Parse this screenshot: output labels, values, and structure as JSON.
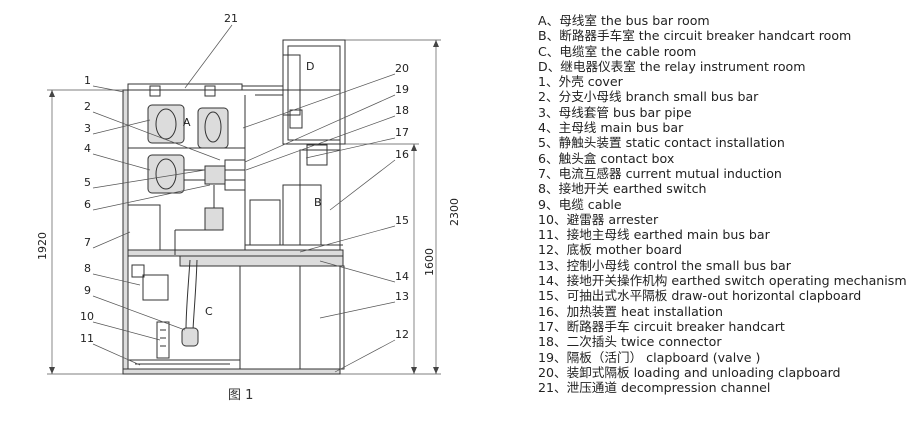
{
  "figure": {
    "caption": "图 1",
    "callouts": [
      "21",
      "20",
      "19",
      "18",
      "17",
      "16",
      "15",
      "14",
      "13",
      "12",
      "1",
      "2",
      "3",
      "4",
      "5",
      "6",
      "7",
      "8",
      "9",
      "10",
      "11"
    ],
    "room_labels": {
      "a": "A",
      "b": "B",
      "c": "C",
      "d": "D"
    },
    "dimensions": {
      "total_height": "2300",
      "cabinet_height": "1920",
      "lower_height": "1600"
    }
  },
  "legend": [
    "A、母线室 the bus bar room",
    "B、断路器手车室 the circuit breaker handcart room",
    "C、电缆室 the cable room",
    "D、继电器仪表室 the relay instrument room",
    "1、外壳 cover",
    "2、分支小母线 branch small bus bar",
    "3、母线套管 bus bar pipe",
    "4、主母线 main bus bar",
    "5、静触头装置 static contact installation",
    "6、触头盒 contact box",
    "7、电流互感器 current mutual induction",
    "8、接地开关 earthed switch",
    "9、电缆 cable",
    "10、避雷器 arrester",
    "11、接地主母线 earthed main bus bar",
    "12、底板 mother board",
    "13、控制小母线 control the small bus bar",
    "14、接地开关操作机构 earthed switch operating mechanism",
    "15、可抽出式水平隔板 draw-out horizontal clapboard",
    "16、加热装置 heat installation",
    "17、断路器手车 circuit breaker handcart",
    "18、二次插头 twice connector",
    "19、隔板（活门） clapboard (valve )",
    "20、装卸式隔板 loading and unloading clapboard",
    "21、泄压通道 decompression channel"
  ]
}
